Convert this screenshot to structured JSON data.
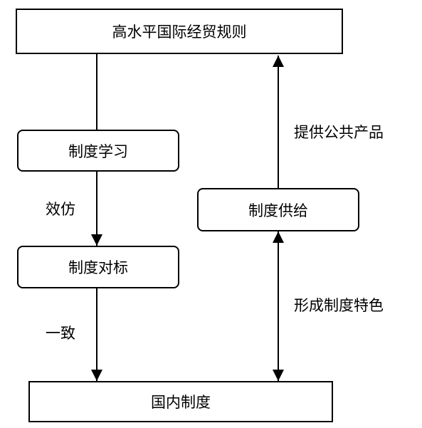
{
  "nodes": {
    "rules": "高水平国际经贸规则",
    "learning": "制度学习",
    "benchmark": "制度对标",
    "supply": "制度供给",
    "domestic": "国内制度"
  },
  "edge_labels": {
    "imitate": "效仿",
    "consistent": "一致",
    "public_goods": "提供公共产品",
    "characteristics": "形成制度特色"
  },
  "colors": {
    "stroke": "#000000",
    "background": "#ffffff"
  }
}
